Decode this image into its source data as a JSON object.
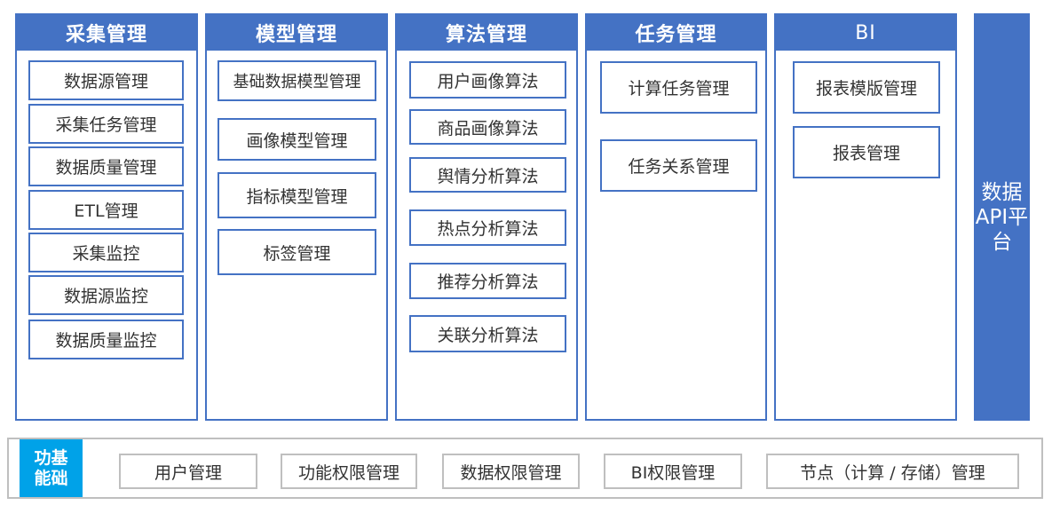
{
  "columns": [
    {
      "title": "采集管理",
      "items": [
        "数据源管理",
        "采集任务管理",
        "数据质量管理",
        "ETL管理",
        "采集监控",
        "数据源监控",
        "数据质量监控"
      ]
    },
    {
      "title": "模型管理",
      "items": [
        "基础数据模型管理",
        "画像模型管理",
        "指标模型管理",
        "标签管理"
      ]
    },
    {
      "title": "算法管理",
      "items": [
        "用户画像算法",
        "商品画像算法",
        "舆情分析算法",
        "热点分析算法",
        "推荐分析算法",
        "关联分析算法"
      ]
    },
    {
      "title": "任务管理",
      "items": [
        "计算任务管理",
        "任务关系管理"
      ]
    },
    {
      "title": "BI",
      "items": [
        "报表模版管理",
        "报表管理"
      ]
    }
  ],
  "api_platform": {
    "label": "数据API平台"
  },
  "basic": {
    "label": "功基能础",
    "items": [
      "用户管理",
      "功能权限管理",
      "数据权限管理",
      "BI权限管理",
      "节点（计算 / 存储）管理"
    ]
  },
  "colors": {
    "primary": "#4472c4",
    "basic_label": "#00a2e8",
    "basic_border": "#bfbfbf"
  }
}
